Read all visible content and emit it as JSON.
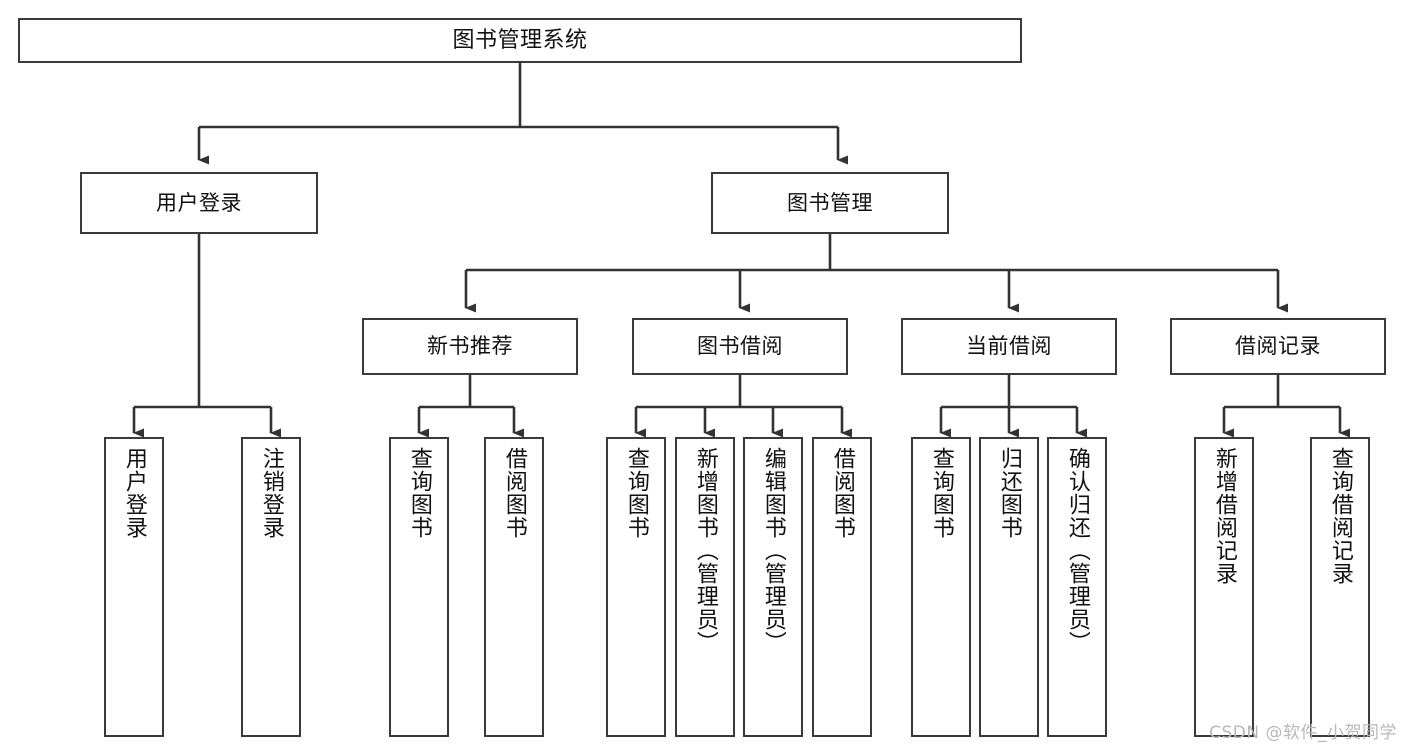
{
  "diagram": {
    "title": "图书管理系统",
    "type": "tree",
    "watermark": "CSDN @软件_小贺同学",
    "colors": {
      "background": "#ffffff",
      "box_border": "#3a3a3a",
      "box_fill": "#ffffff",
      "connector": "#333333",
      "text": "#111111",
      "watermark": "#b8b8b8"
    },
    "nodes": {
      "root": {
        "label": "图书管理系统"
      },
      "level1": [
        {
          "label": "用户登录"
        },
        {
          "label": "图书管理"
        }
      ],
      "level2": [
        {
          "label": "新书推荐"
        },
        {
          "label": "图书借阅"
        },
        {
          "label": "当前借阅"
        },
        {
          "label": "借阅记录"
        }
      ],
      "leaves": {
        "user_login": [
          {
            "label": "用户登录"
          },
          {
            "label": "注销登录"
          }
        ],
        "new_book_recommend": [
          {
            "label": "查询图书"
          },
          {
            "label": "借阅图书"
          }
        ],
        "book_borrow": [
          {
            "label": "查询图书"
          },
          {
            "label": "新增图书（管理员）"
          },
          {
            "label": "编辑图书（管理员）"
          },
          {
            "label": "借阅图书"
          }
        ],
        "current_borrow": [
          {
            "label": "查询图书"
          },
          {
            "label": "归还图书"
          },
          {
            "label": "确认归还（管理员）"
          }
        ],
        "borrow_record": [
          {
            "label": "新增借阅记录"
          },
          {
            "label": "查询借阅记录"
          }
        ]
      }
    }
  }
}
